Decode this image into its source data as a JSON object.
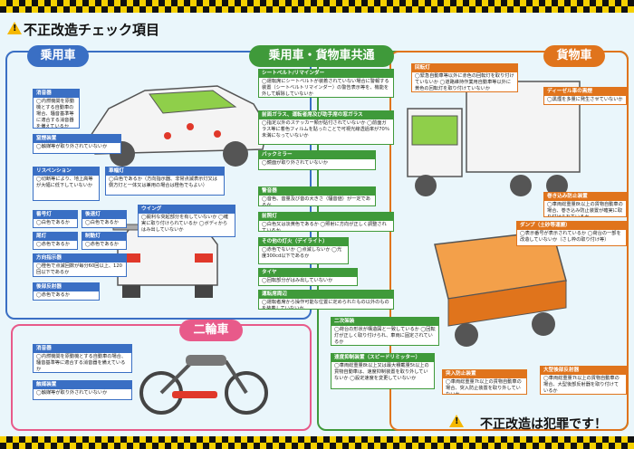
{
  "header": {
    "title": "不正改造チェック項目"
  },
  "sections": {
    "passenger": "乗用車",
    "common": "乗用車・貨物車共通",
    "truck": "貨物車",
    "motorcycle": "二輪車"
  },
  "passenger_boxes": [
    {
      "title": "消音器",
      "body": "◯内燃機関を原動機とする自動車の場合、騒音基準等に適合する消音器を備えているか"
    },
    {
      "title": "窒煙装置",
      "body": "◯触媒等が取り外されていないか"
    },
    {
      "title": "車幅灯",
      "body": "◯白色であるか（方向指示器、非常点滅表示灯又は側方灯と一体又は兼用の場合は橙色でもよい）"
    },
    {
      "title": "リスペンション",
      "body": "◯切断等により、地上高等が大幅に低下していないか"
    },
    {
      "title": "番号灯",
      "body": "◯白色であるか"
    },
    {
      "title": "後退灯",
      "body": "◯白色であるか"
    },
    {
      "title": "尾灯",
      "body": "◯赤色であるか"
    },
    {
      "title": "制動灯",
      "body": "◯赤色であるか"
    },
    {
      "title": "ウイング",
      "body": "◯鋭利な突起部分を有していないか ◯確実に取り付けられているか ◯ボディからはみ出していないか"
    },
    {
      "title": "方向指示器",
      "body": "◯橙色で点滅回数が毎分60回以上、120回以下であるか"
    },
    {
      "title": "後部反射器",
      "body": "◯赤色であるか"
    }
  ],
  "common_boxes": [
    {
      "title": "シートベルト/リマインダー",
      "body": "◯運転席にシートベルトが装着されていない場合に警報する装置（シートベルトリマインダー）の警告表示等を、機能を外して解除していないか"
    },
    {
      "title": "前面ガラス、運転者席及び助手席の窓ガラス",
      "body": "◯指定以外のステッカー類が貼付されていないか ◯前面ガラス等に着色フィルムを貼ったことで可視光線透過率が70％未満になっていないか"
    },
    {
      "title": "バックミラー",
      "body": "◯鏡面が取り外されていないか"
    },
    {
      "title": "警音器",
      "body": "◯音色、音量及び音の大きさ（騒音値）が一定であるか"
    },
    {
      "title": "前照灯",
      "body": "◯白色又は淡黄色であるか ◯照射に方向が正しく調整されているか"
    },
    {
      "title": "その他の灯火（デイライト）",
      "body": "◯赤色でないか ◯点滅しないか ◯光度300cd以下であるか"
    },
    {
      "title": "タイヤ",
      "body": "◯回転部分がはみ出していないか"
    },
    {
      "title": "運転席周辺",
      "body": "◯運転者席から操作可能な位置に定められたもの以外のものを装着していないか"
    },
    {
      "title": "二次架装",
      "body": "◯荷台の形状が構造図と一致しているか ◯回転灯が正しく取り付けられ、車両に固定されているか"
    },
    {
      "title": "速度抑制装置（スピードリミッター）",
      "body": "◯車両総重量8t以上又は最大積載量5t以上の貨物自動車は、速度抑制装置を取り外していないか ◯設定速度を変更していないか"
    }
  ],
  "truck_boxes": [
    {
      "title": "回転灯",
      "body": "◯緊急自動車等以外に赤色の回転灯を取り付けていないか ◯道路維持作業用自動車等以外に黄色の回転灯を取り付けていないか"
    },
    {
      "title": "ディーゼル車の黒煙",
      "body": "◯黒煙を多量に発生させていないか"
    },
    {
      "title": "巻き込み防止装置",
      "body": "◯車両総重量8t以上の貨物自動車の場合、巻き込み防止装置が確実に取り付けられているか"
    },
    {
      "title": "ダンプ（土砂等運搬）",
      "body": "◯表示番号が表示されているか ◯荷台の一部を改造していないか（さし枠の取り付け等）"
    },
    {
      "title": "突入防止装置",
      "body": "◯車両総重量7t以上の貨物自動車の場合、突入防止装置を取り外していないか"
    },
    {
      "title": "大型後部反射器",
      "body": "◯車両総重量7t以上の貨物自動車の場合、大型後部反射器を取り付けているか"
    }
  ],
  "moto_boxes": [
    {
      "title": "消音器",
      "body": "◯内燃機関を原動機とする自動車の場合、騒音基準等に適合する消音器を備えているか"
    },
    {
      "title": "触媒装置",
      "body": "◯触媒等が取り外されていないか"
    }
  ],
  "footer": {
    "text": "不正改造は犯罪です！"
  },
  "colors": {
    "blue": "#3a6fc4",
    "green": "#3f9a3a",
    "orange": "#e0741c",
    "pink": "#e85a8a"
  }
}
